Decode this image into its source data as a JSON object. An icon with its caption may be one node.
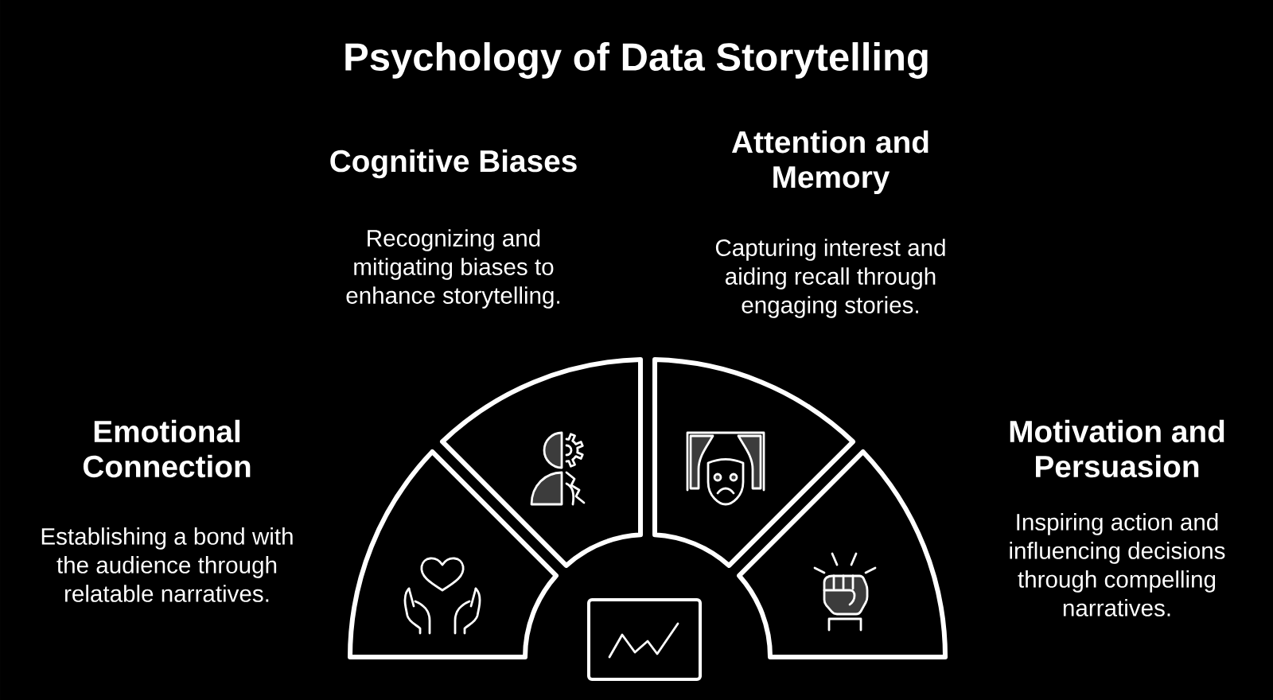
{
  "diagram": {
    "title": "Psychology of Data Storytelling",
    "nodes": [
      {
        "text": [],
        "shape": "sector",
        "beside": [
          "Emotional Connection",
          "Establishing a bond with the audience through relatable narratives."
        ]
      },
      {
        "text": [],
        "shape": "sector",
        "beside": [
          "Cognitive Biases",
          "Recognizing and mitigating biases to enhance storytelling."
        ]
      },
      {
        "text": [],
        "shape": "sector",
        "beside": [
          "Attention and Memory",
          "Capturing interest and aiding recall through engaging stories."
        ]
      },
      {
        "text": [],
        "shape": "sector",
        "beside": [
          "Motivation and Persuasion",
          "Inspiring action and influencing decisions through compelling narratives."
        ]
      },
      {
        "text": [],
        "shape": "box"
      }
    ]
  }
}
